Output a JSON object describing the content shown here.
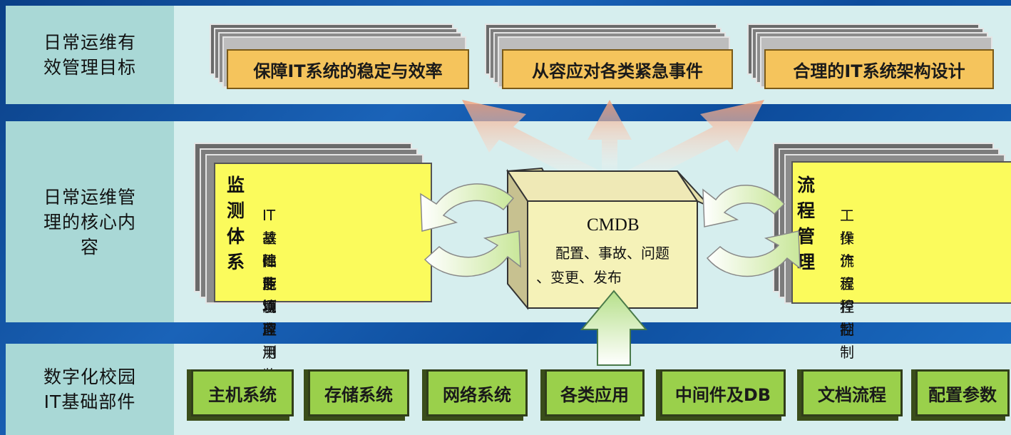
{
  "rows": {
    "goals_label": "日常运维有效管理目标",
    "core_label": "日常运维管理的核心内容",
    "base_label": "数字化校园IT基础部件"
  },
  "goals": [
    "保障IT系统的稳定与效率",
    "从容应对各类紧急事件",
    "合理的IT系统架构设计"
  ],
  "monitoring": {
    "title": "监测体系",
    "items": [
      "IT基础环境监测",
      "故障监测",
      "性能管理",
      "专项应用监测"
    ]
  },
  "cmdb": {
    "title": "CMDB",
    "line1": "配置、事故、问题",
    "line2": "、变更、发布"
  },
  "process": {
    "title": "流程管理",
    "items": [
      "工作流程控制",
      "操作流程控制"
    ]
  },
  "components": [
    "主机系统",
    "存储系统",
    "网络系统",
    "各类应用",
    "中间件及DB",
    "文档流程",
    "配置参数"
  ],
  "colors": {
    "band": "#d6eeee",
    "label_cell": "#a9d8d6",
    "goal_card": "#f5c45c",
    "panel": "#fbfb5c",
    "component": "#9ad04b",
    "cmdb_box": "#f5f2b8"
  }
}
